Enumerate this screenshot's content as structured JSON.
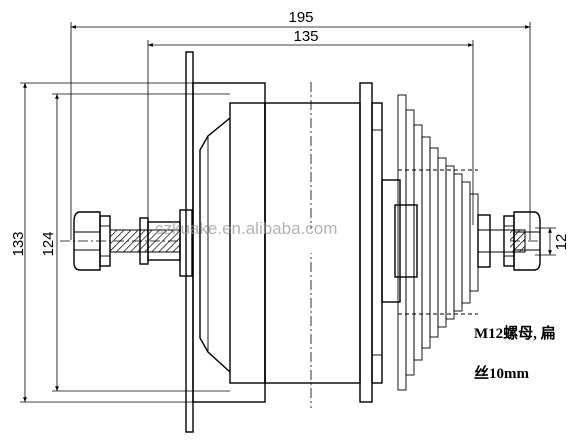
{
  "dimensions": {
    "overall_width": "195",
    "flange_width": "135",
    "outer_diameter": "133",
    "inner_diameter": "124",
    "axle_thread": "12"
  },
  "note": {
    "line1": "M12螺母, 扁",
    "line2": "丝10mm"
  },
  "watermark": "czkuake.en.alibaba.com"
}
